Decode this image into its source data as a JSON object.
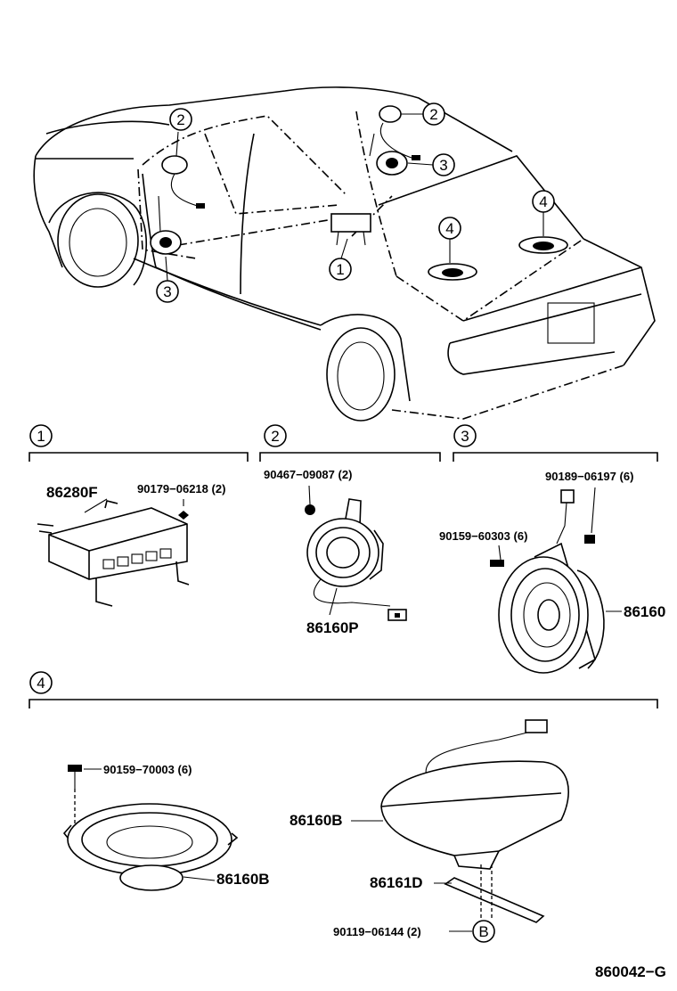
{
  "car_callouts": {
    "amp": "1",
    "front_left_tweeter": "2",
    "front_right_tweeter": "2",
    "front_left_speaker": "3",
    "front_right_speaker": "3",
    "rear_left_speaker": "4",
    "rear_right_speaker": "4"
  },
  "sections": {
    "s1": {
      "num": "1",
      "part_amp": "86280F",
      "part_nut": "90179−06218 (2)"
    },
    "s2": {
      "num": "2",
      "part_screw": "90467−09087 (2)",
      "part_tweeter": "86160P"
    },
    "s3": {
      "num": "3",
      "part_clip": "90189−06197 (6)",
      "part_screw": "90159−60303 (6)",
      "part_speaker": "86160"
    },
    "s4": {
      "num": "4",
      "part_screw": "90159−70003 (6)",
      "part_speaker": "86160B",
      "part_speaker_box": "86160B",
      "part_bracket": "86161D",
      "part_clip": "90119−06144 (2)",
      "ref_mark": "B"
    }
  },
  "drawing_code": "860042−G"
}
